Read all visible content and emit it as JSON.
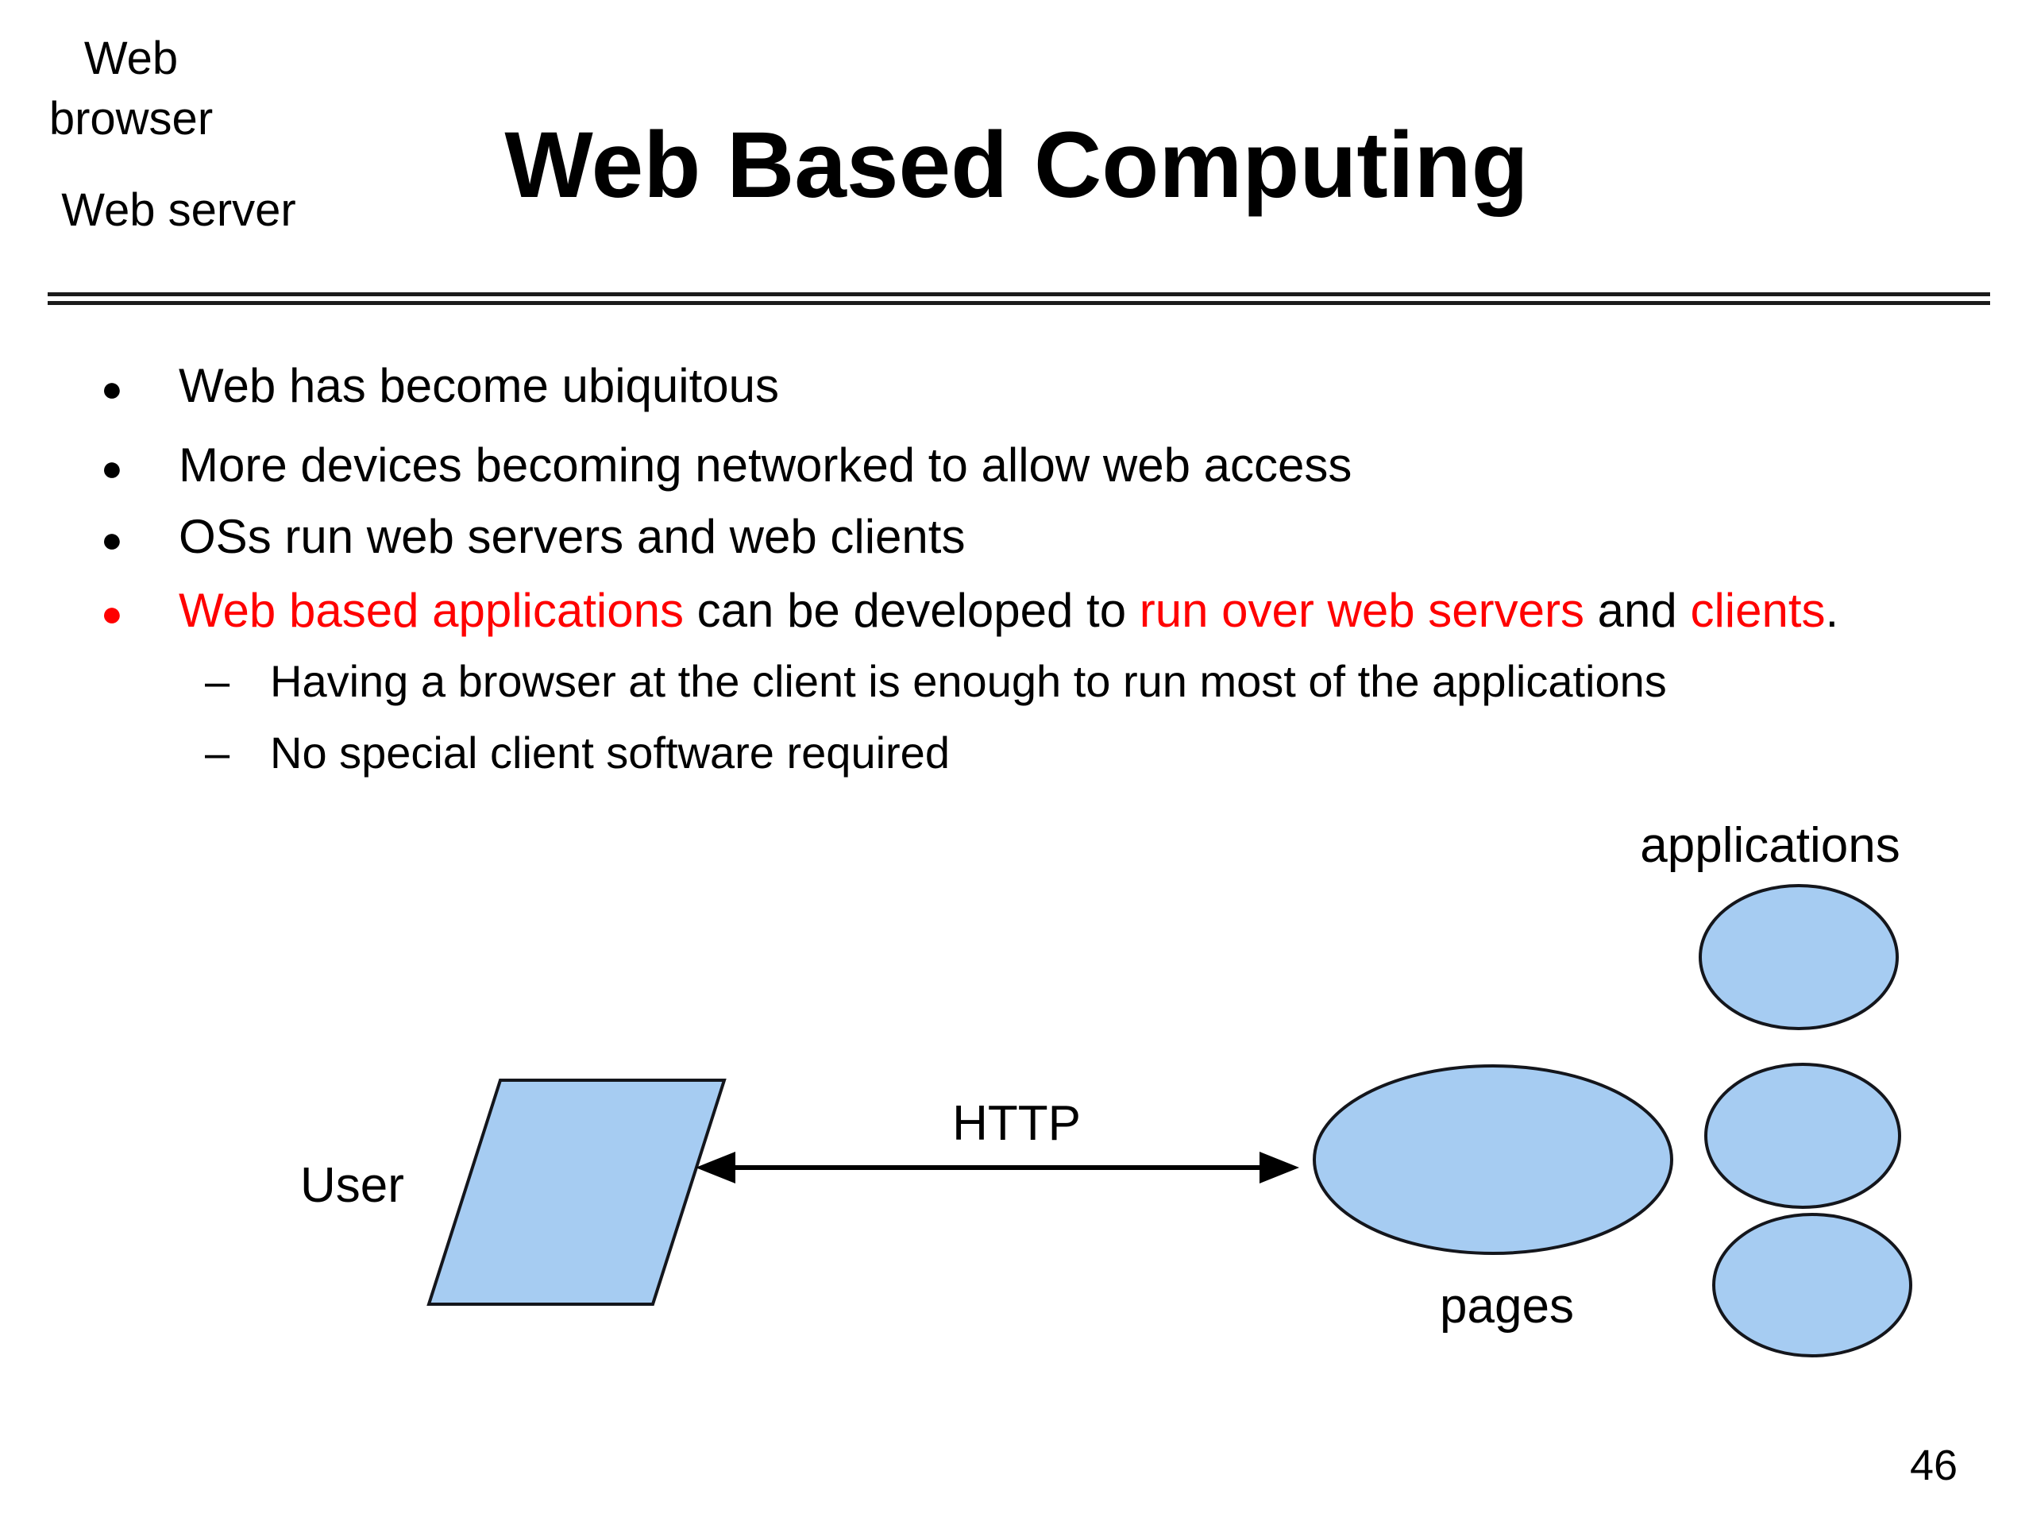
{
  "theme": {
    "shape_fill": "#a6ccf2",
    "shape_stroke": "#14161c",
    "accent_red": "#ff0000",
    "text_color": "#000000",
    "rule_color": "#1b1b1b",
    "bg": "#ffffff"
  },
  "title": "Web Based Computing",
  "bullets": [
    {
      "level": 1,
      "marker": "●",
      "segments": [
        {
          "text": "Web has become ubiquitous",
          "color": "#000000"
        }
      ]
    },
    {
      "level": 1,
      "marker": "●",
      "segments": [
        {
          "text": "More devices becoming networked to allow web access",
          "color": "#000000"
        }
      ]
    },
    {
      "level": 1,
      "marker": "●",
      "segments": [
        {
          "text": "OSs run web servers and web clients",
          "color": "#000000"
        }
      ]
    },
    {
      "level": 1,
      "marker": "●",
      "marker_color": "#ff0000",
      "segments": [
        {
          "text": "Web based applications ",
          "color": "#ff0000"
        },
        {
          "text": "can be developed to ",
          "color": "#000000"
        },
        {
          "text": "run over web servers",
          "color": "#ff0000"
        },
        {
          "text": " and ",
          "color": "#000000"
        },
        {
          "text": "clients",
          "color": "#ff0000"
        },
        {
          "text": ".",
          "color": "#000000"
        }
      ]
    },
    {
      "level": 2,
      "marker": "–",
      "segments": [
        {
          "text": "Having a browser at the client is enough to run most of the applications",
          "color": "#000000"
        }
      ]
    },
    {
      "level": 2,
      "marker": "–",
      "segments": [
        {
          "text": "No special client software required",
          "color": "#000000"
        }
      ]
    }
  ],
  "diagram": {
    "user_label": "User",
    "browser_label_line1": "Web",
    "browser_label_line2": "browser",
    "http_label": "HTTP",
    "server_label": "Web server",
    "applications_label": "applications",
    "pages_label": "pages"
  },
  "page_number": "46"
}
